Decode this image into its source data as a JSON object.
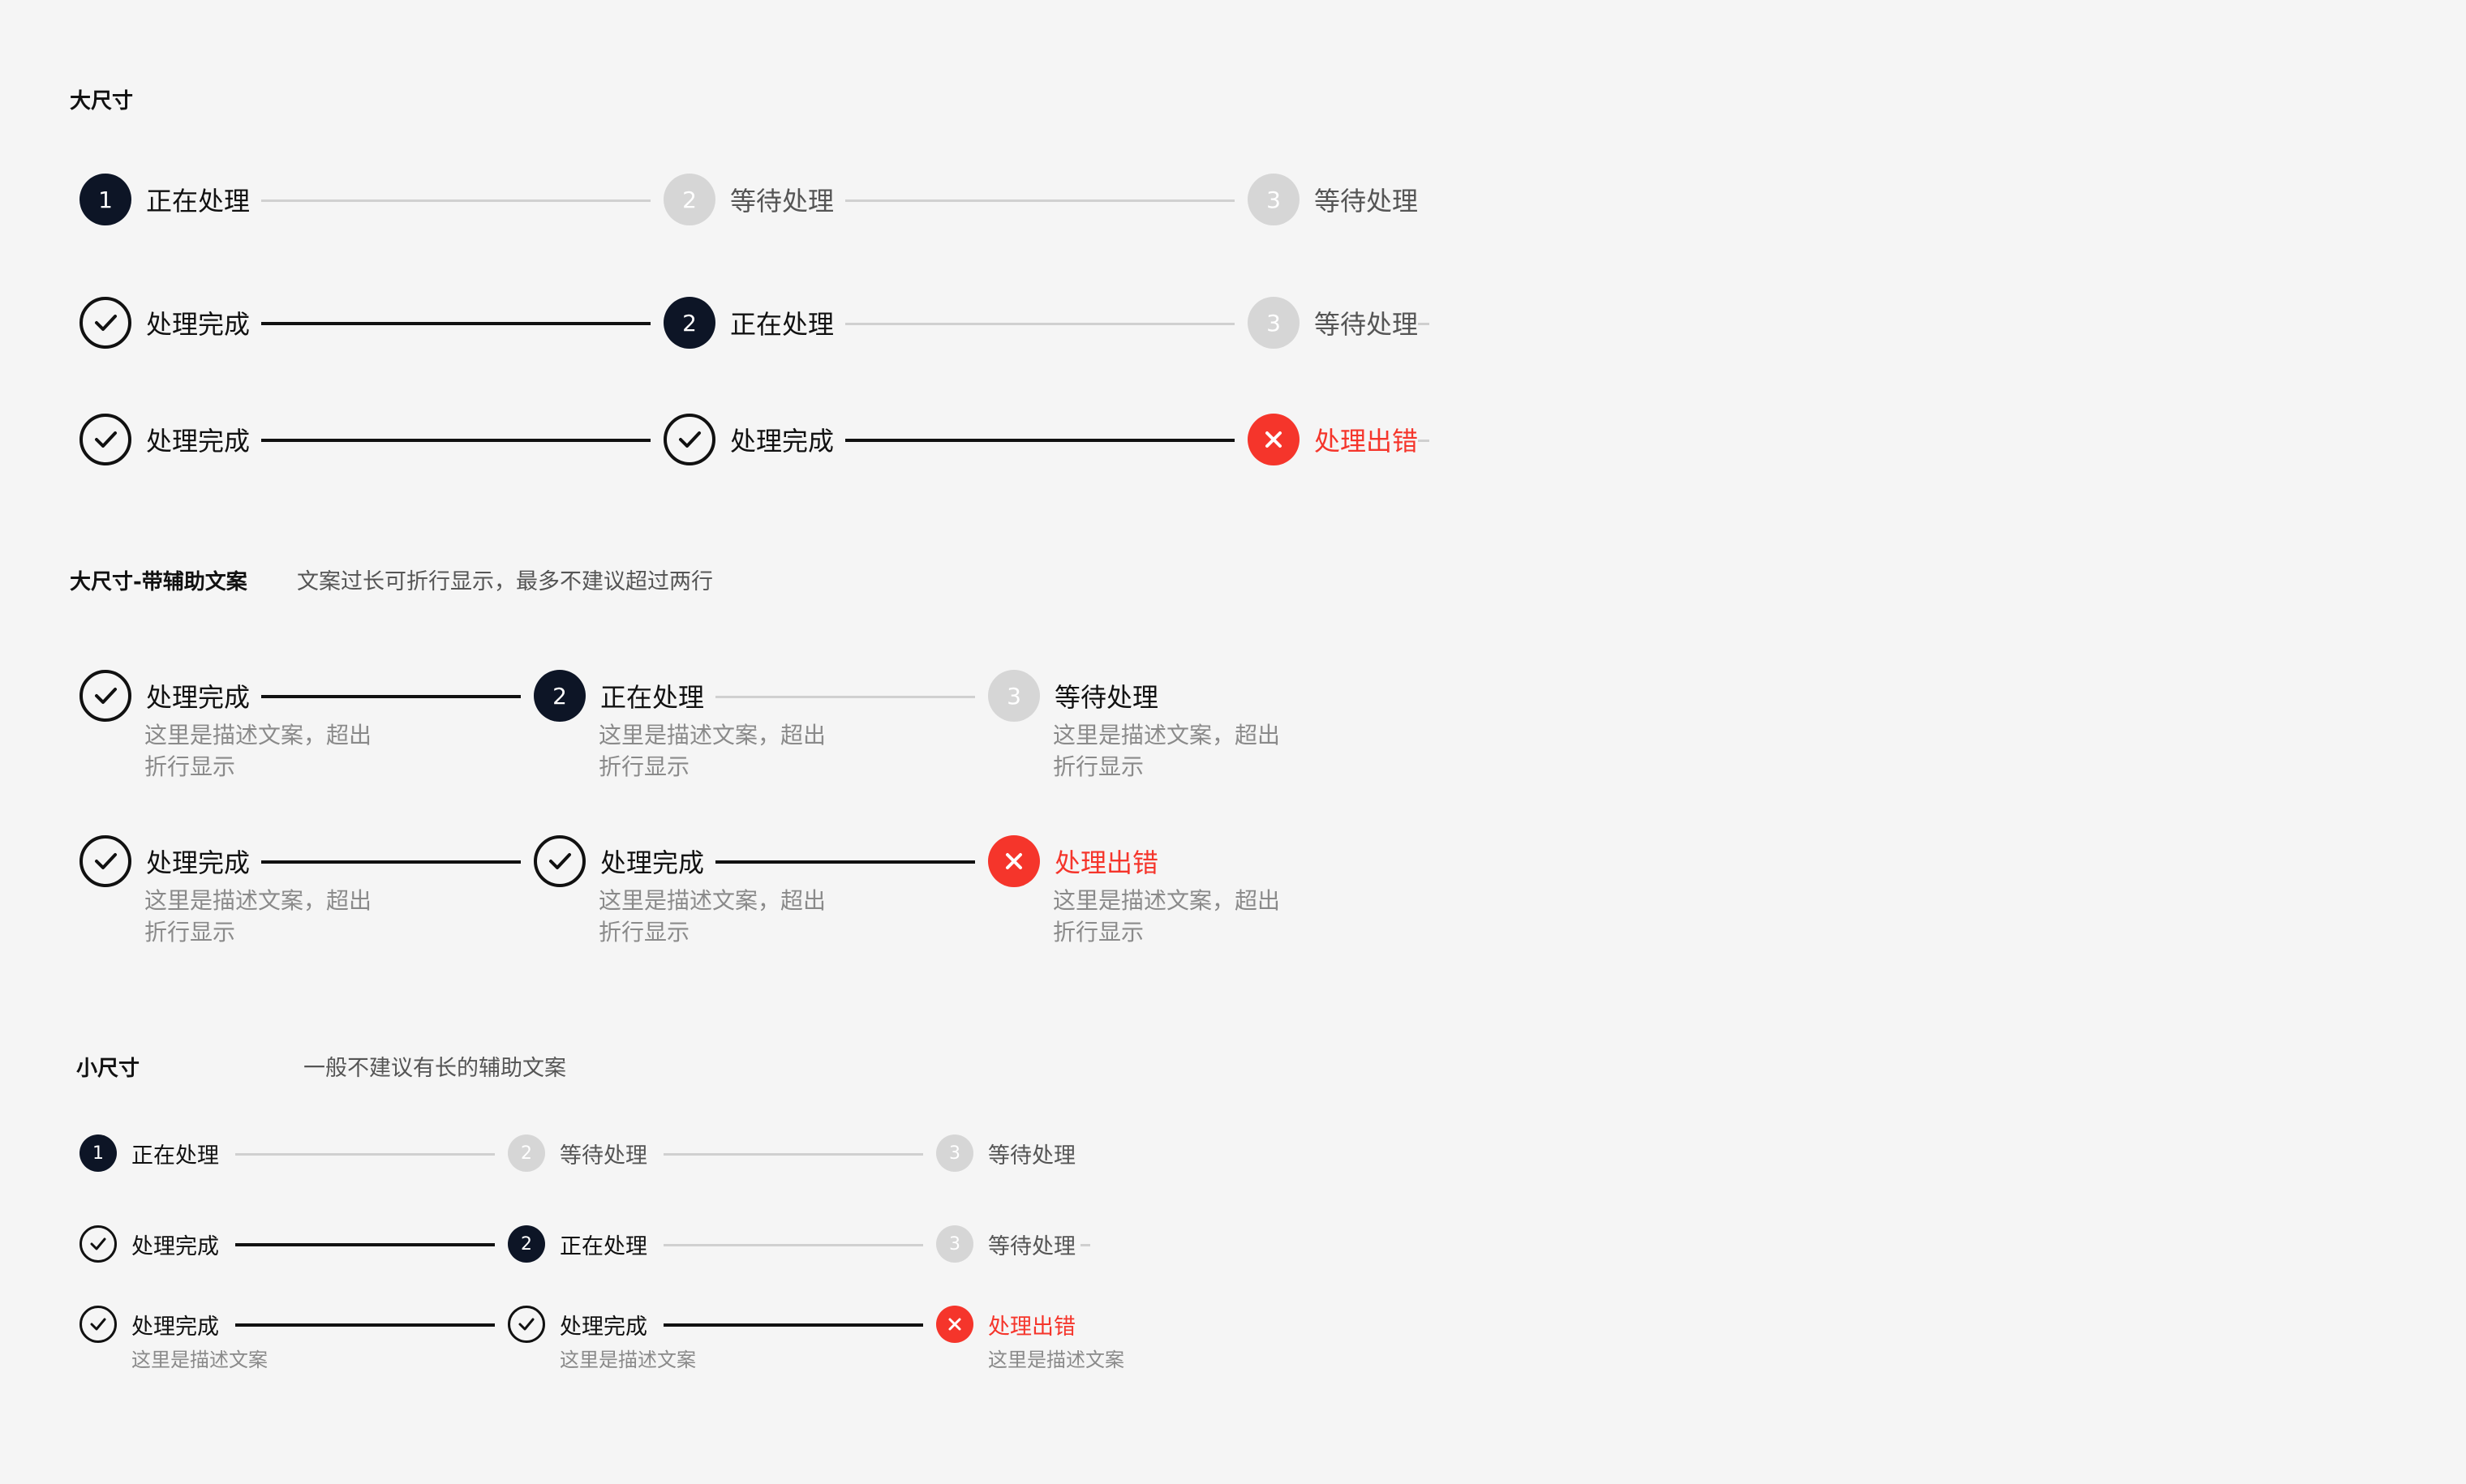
{
  "sections": {
    "large": {
      "title": "大尺寸"
    },
    "large_desc": {
      "title": "大尺寸-带辅助文案",
      "note": "文案过长可折行显示，最多不建议超过两行"
    },
    "small": {
      "title": "小尺寸",
      "note": "一般不建议有长的辅助文案"
    }
  },
  "states": {
    "processing": "正在处理",
    "waiting": "等待处理",
    "done": "处理完成",
    "error": "处理出错"
  },
  "numbers": {
    "one": "1",
    "two": "2",
    "three": "3"
  },
  "descriptions": {
    "long_line1": "这里是描述文案，超出",
    "long_line2": "折行显示",
    "short": "这里是描述文案"
  },
  "icons": {
    "done": "check-circle-icon",
    "error": "close-circle-icon"
  },
  "colors": {
    "active": "#0d1526",
    "waiting": "#d6d6d6",
    "error": "#f5352b",
    "line_done": "#111111",
    "line_pending": "#d0d0d0"
  }
}
